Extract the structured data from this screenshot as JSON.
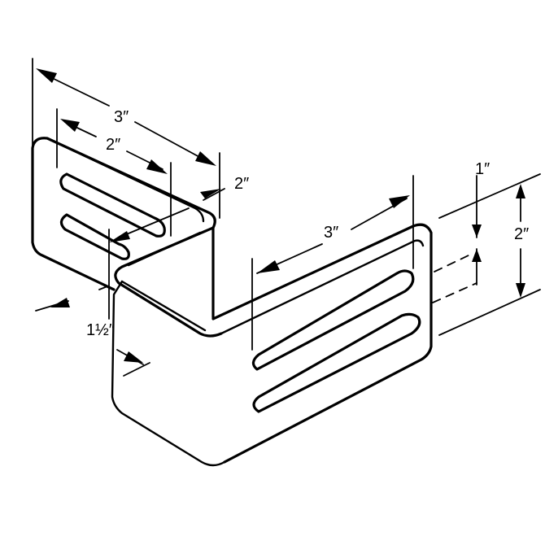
{
  "dimensions": {
    "top_overall": "3″",
    "top_inner": "2″",
    "top_depth": "2″",
    "left_depth": "1½″",
    "front_length": "3″",
    "right_slot": "1″",
    "right_height": "2″"
  }
}
